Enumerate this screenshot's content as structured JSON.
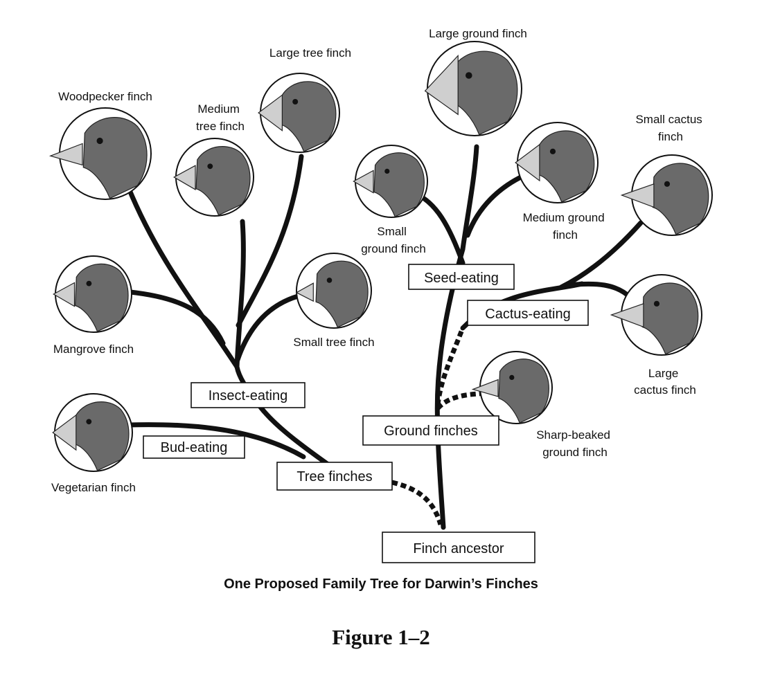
{
  "caption": "One Proposed Family Tree for Darwin’s Finches",
  "figure_label": "Figure 1–2",
  "groups": {
    "finch_ancestor": "Finch ancestor",
    "tree_finches": "Tree finches",
    "ground_finches": "Ground finches",
    "insect_eating": "Insect-eating",
    "bud_eating": "Bud-eating",
    "seed_eating": "Seed-eating",
    "cactus_eating": "Cactus-eating"
  },
  "species": {
    "woodpecker_finch": [
      "Woodpecker finch"
    ],
    "large_tree_finch": [
      "Large tree finch"
    ],
    "medium_tree_finch": [
      "Medium",
      "tree finch"
    ],
    "mangrove_finch": [
      "Mangrove finch"
    ],
    "small_tree_finch": [
      "Small tree finch"
    ],
    "vegetarian_finch": [
      "Vegetarian finch"
    ],
    "large_ground_finch": [
      "Large ground finch"
    ],
    "small_ground_finch": [
      "Small",
      "ground finch"
    ],
    "medium_ground_finch": [
      "Medium ground",
      "finch"
    ],
    "small_cactus_finch": [
      "Small cactus",
      "finch"
    ],
    "large_cactus_finch": [
      "Large",
      "cactus finch"
    ],
    "sharp_beaked_ground_finch": [
      "Sharp-beaked",
      "ground finch"
    ]
  },
  "colors": {
    "ink": "#111111",
    "feather": "#6a6a6a",
    "beak": "#cfcfcf"
  }
}
